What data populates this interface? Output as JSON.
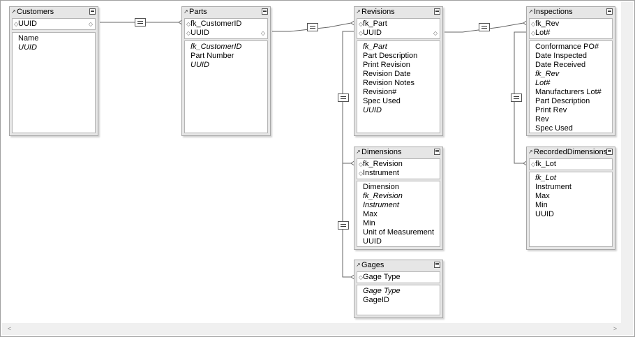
{
  "tables": [
    {
      "id": "customers",
      "title": "Customers",
      "keys": [
        "UUID"
      ],
      "fields": [
        {
          "t": "Name",
          "i": false
        },
        {
          "t": "UUID",
          "i": true
        }
      ]
    },
    {
      "id": "parts",
      "title": "Parts",
      "keys": [
        "fk_CustomerID",
        "UUID"
      ],
      "fields": [
        {
          "t": "fk_CustomerID",
          "i": true
        },
        {
          "t": "Part Number",
          "i": false
        },
        {
          "t": "UUID",
          "i": true
        }
      ]
    },
    {
      "id": "revisions",
      "title": "Revisions",
      "keys": [
        "fk_Part",
        "UUID"
      ],
      "fields": [
        {
          "t": "fk_Part",
          "i": true
        },
        {
          "t": "Part Description",
          "i": false
        },
        {
          "t": "Print Revision",
          "i": false
        },
        {
          "t": "Revision Date",
          "i": false
        },
        {
          "t": "Revision Notes",
          "i": false
        },
        {
          "t": "Revision#",
          "i": false
        },
        {
          "t": "Spec Used",
          "i": false
        },
        {
          "t": "UUID",
          "i": true
        }
      ]
    },
    {
      "id": "inspections",
      "title": "Inspections",
      "keys": [
        "fk_Rev",
        "Lot#"
      ],
      "fields": [
        {
          "t": "Conformance PO#",
          "i": false
        },
        {
          "t": "Date Inspected",
          "i": false
        },
        {
          "t": "Date Received",
          "i": false
        },
        {
          "t": "fk_Rev",
          "i": true
        },
        {
          "t": "Lot#",
          "i": true
        },
        {
          "t": "Manufacturers Lot#",
          "i": false
        },
        {
          "t": "Part Description",
          "i": false
        },
        {
          "t": "Print Rev",
          "i": false
        },
        {
          "t": "Rev",
          "i": false
        },
        {
          "t": "Spec Used",
          "i": false
        }
      ]
    },
    {
      "id": "dimensions",
      "title": "Dimensions",
      "keys": [
        "fk_Revision",
        "Instrument"
      ],
      "fields": [
        {
          "t": "Dimension",
          "i": false
        },
        {
          "t": "fk_Revision",
          "i": true
        },
        {
          "t": "Instrument",
          "i": true
        },
        {
          "t": "Max",
          "i": false
        },
        {
          "t": "Min",
          "i": false
        },
        {
          "t": "Unit of Measurement",
          "i": false
        },
        {
          "t": "UUID",
          "i": false
        }
      ]
    },
    {
      "id": "recordeddimensions",
      "title": "RecordedDimensions",
      "keys": [
        "fk_Lot"
      ],
      "fields": [
        {
          "t": "fk_Lot",
          "i": true
        },
        {
          "t": "Instrument",
          "i": false
        },
        {
          "t": "Max",
          "i": false
        },
        {
          "t": "Min",
          "i": false
        },
        {
          "t": "UUID",
          "i": false
        }
      ]
    },
    {
      "id": "gages",
      "title": "Gages",
      "keys": [
        "Gage Type"
      ],
      "fields": [
        {
          "t": "Gage Type",
          "i": true
        },
        {
          "t": "GageID",
          "i": false
        }
      ]
    }
  ]
}
